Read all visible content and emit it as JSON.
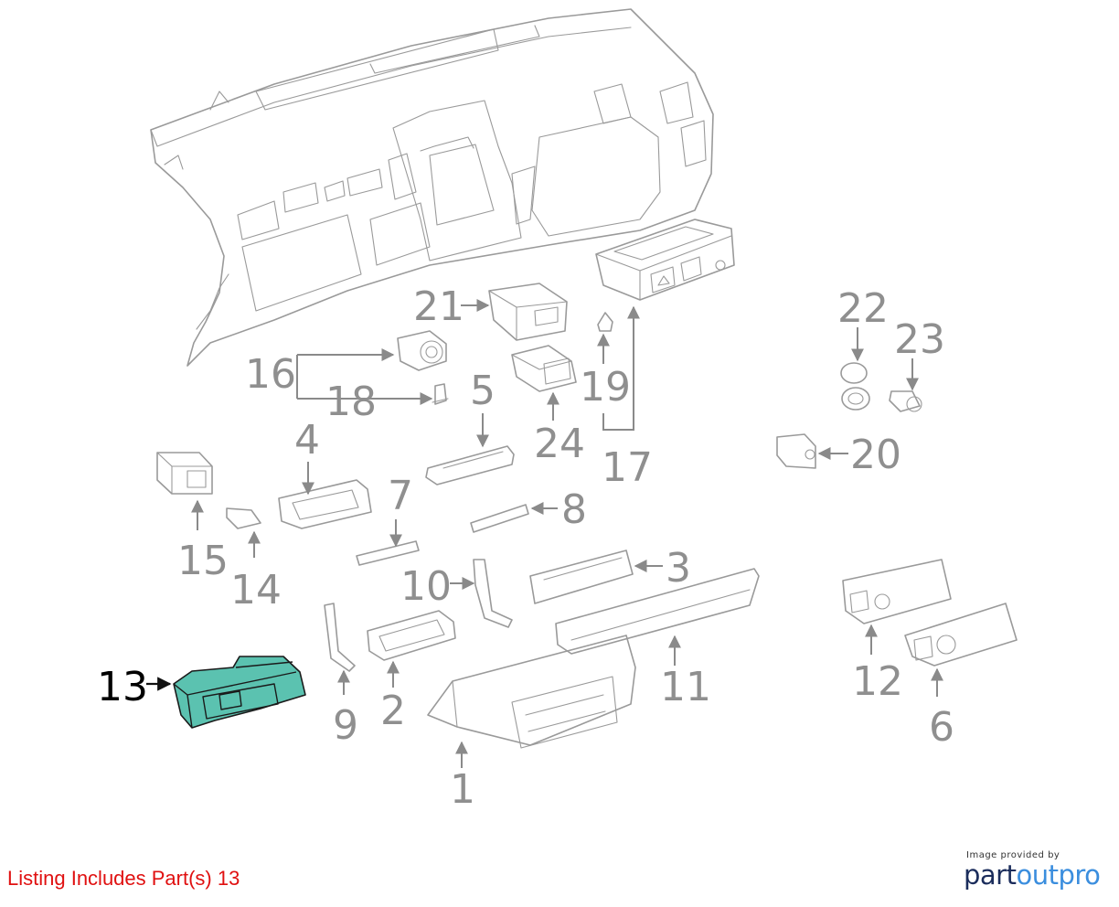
{
  "diagram": {
    "callouts": [
      "1",
      "2",
      "3",
      "4",
      "5",
      "6",
      "7",
      "8",
      "9",
      "10",
      "11",
      "12",
      "13",
      "14",
      "15",
      "16",
      "17",
      "18",
      "19",
      "20",
      "21",
      "22",
      "23",
      "24"
    ],
    "highlighted_part": "13",
    "highlight_color": "#5bc2b0"
  },
  "footer": {
    "listing_text": "Listing Includes Part(s)",
    "listing_parts": "13",
    "listing_color": "#e01010",
    "provided_by": "Image provided by",
    "brand_part1": "part",
    "brand_part2": "outpro",
    "brand_color_dark": "#1b2d5c",
    "brand_color_light": "#3b8ede"
  }
}
